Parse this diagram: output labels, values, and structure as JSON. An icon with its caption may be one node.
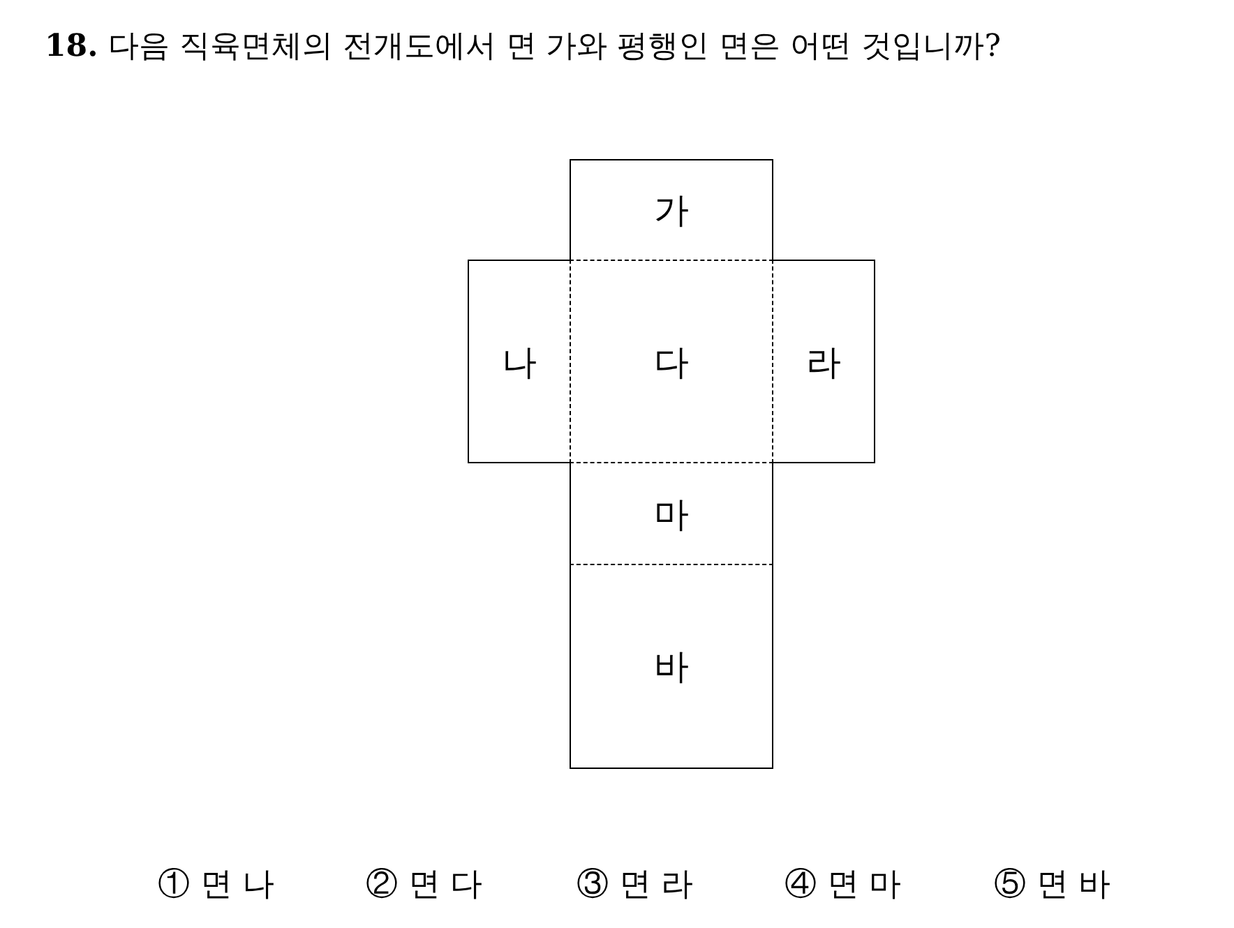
{
  "diagram": {
    "title": "**18.** 다음 직육면체의 전개도에서 면 가와 평행인 면은 어떤 것입니까?",
    "nodes": [
      {
        "text": [
          "가"
        ]
      },
      {
        "text": [
          "나"
        ]
      },
      {
        "text": [
          "다"
        ]
      },
      {
        "text": [
          "라"
        ]
      },
      {
        "text": [
          "마"
        ]
      },
      {
        "text": [
          "바"
        ]
      }
    ],
    "labels": [
      "① 면 나",
      "② 면 다",
      "③ 면 라",
      "④ 면 마",
      "⑤ 면 바"
    ]
  }
}
